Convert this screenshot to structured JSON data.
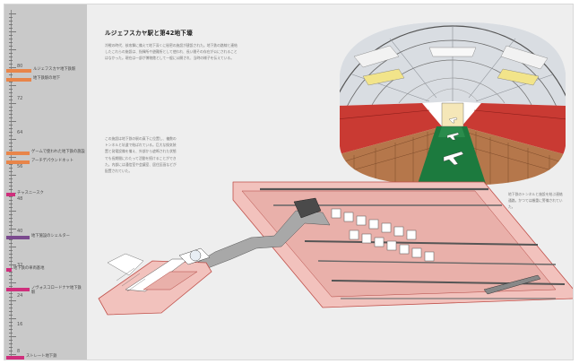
{
  "colors": {
    "accent_orange": "#e8854a",
    "accent_magenta": "#cf2f7c",
    "accent_purple": "#7b4a8e",
    "sidebar_bg": "#c9c9c9",
    "pink_structure": "#f2c2bd",
    "green_floor": "#1c7a3e",
    "red_wall": "#c93a33"
  },
  "sidebar": {
    "depth_labels": [
      "80",
      "72",
      "64",
      "56",
      "48",
      "40",
      "32",
      "24",
      "16",
      "8"
    ],
    "markers": [
      {
        "color": "#e8854a",
        "label": "ルジェフスカヤ地下鉄駅"
      },
      {
        "color": "#e8854a",
        "label": "地下鉄駅の地下"
      },
      {
        "color": "#e8854a",
        "label": "ゲームで使われた地下鉄の施設"
      },
      {
        "color": "#e8854a",
        "label": "アーチデパウンドネット"
      },
      {
        "color": "#cf2f7c",
        "label": "チャスニースク"
      },
      {
        "color": "#7b4a8e",
        "label": "地下施設のシェルター"
      },
      {
        "color": "#cf2f7c",
        "label": "地下鉄の車両基地"
      },
      {
        "color": "#cf2f7c",
        "label": "ノヴォスコロードナヤ地下鉄駅"
      },
      {
        "color": "#cf2f7c",
        "label": "ストレート地下鉄"
      }
    ]
  },
  "article": {
    "title": "ルジェフスカヤ駅と第42地下壕",
    "intro": "冷戦の時代、核攻撃に備えて地下深くに秘密の施設が建設された。地下鉄の路線と連結したこれらの施設は、指揮所や避難所として使われ、長い間その存在が公にされることはなかった。現在は一部が博物館として一般に公開され、当時の様子を伝えている。",
    "body": "この施設は地下鉄の駅の真下に位置し、複数のトンネルと坑道で結ばれている。巨大な換気装置と発電設備を備え、外部から遮断された状態でも長期間にわたって活動を続けることができた。内部には通信室や会議室、居住区画などが配置されていた。",
    "caption": "地下鉄のトンネルと施設を結ぶ連絡通路。かつては厳重に警備されていた。"
  }
}
